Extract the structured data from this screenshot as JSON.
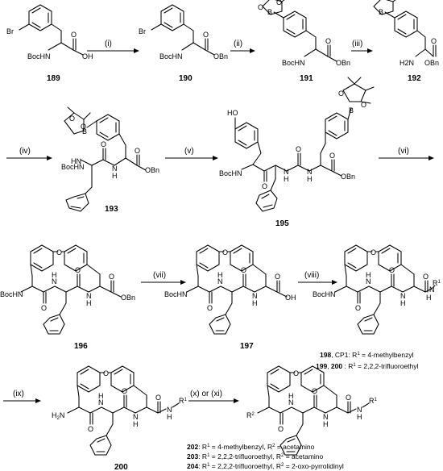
{
  "steps": [
    "(i)",
    "(ii)",
    "(iii)",
    "(iv)",
    "(v)",
    "(vi)",
    "(vii)",
    "(viii)",
    "(ix)",
    "(x) or (xi)"
  ],
  "compounds": [
    "189",
    "190",
    "191",
    "192",
    "193",
    "195",
    "196",
    "197",
    "200"
  ],
  "atoms": {
    "br": "Br",
    "bochn": "BocHN",
    "hn": "HN",
    "nh": "NH",
    "n": "N",
    "h": "H",
    "h2n": "H2N",
    "o": "O",
    "oh": "OH",
    "obn": "OBn",
    "b": "B",
    "h2n_sub": "H",
    "r1": "R",
    "r2": "R",
    "sup1": "1",
    "sup2": "2",
    "ho": "HO"
  },
  "captions": {
    "c198": [
      "198",
      ", CP1: R",
      "1",
      " = 4-methylbenzyl"
    ],
    "c199": [
      "199",
      ", ",
      "200",
      " : R",
      "1",
      " = 2,2,2-trifluoroethyl"
    ],
    "c202": [
      "202",
      ": R",
      "1",
      " = 4-methylbenzyl, R",
      "2",
      " = acetamino"
    ],
    "c203": [
      "203",
      ": R",
      "1",
      " = 2,2,2-trifluoroethyl, R",
      "2",
      " = acetamino"
    ],
    "c204": [
      "204",
      ": R",
      "1",
      " = 2,2,2-trifluoroethyl, R",
      "2",
      " = 2-oxo-pyrrolidinyl"
    ]
  }
}
